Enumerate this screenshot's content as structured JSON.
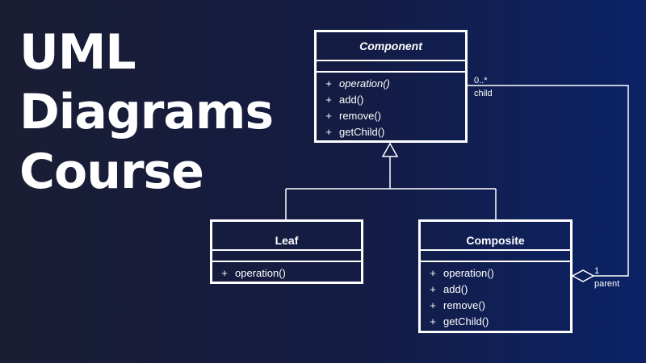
{
  "headline": {
    "lines": [
      "UML",
      "Diagrams",
      "Course"
    ]
  },
  "diagram": {
    "component": {
      "name": "Component",
      "operations": [
        {
          "vis": "+",
          "name": "operation()",
          "abstract": true
        },
        {
          "vis": "+",
          "name": "add()"
        },
        {
          "vis": "+",
          "name": "remove()"
        },
        {
          "vis": "+",
          "name": "getChild()"
        }
      ]
    },
    "leaf": {
      "name": "Leaf",
      "operations": [
        {
          "vis": "+",
          "name": "operation()"
        }
      ]
    },
    "composite": {
      "name": "Composite",
      "operations": [
        {
          "vis": "+",
          "name": "operation()"
        },
        {
          "vis": "+",
          "name": "add()"
        },
        {
          "vis": "+",
          "name": "remove()"
        },
        {
          "vis": "+",
          "name": "getChild()"
        }
      ]
    },
    "association": {
      "child_mult": "0..*",
      "child_role": "child",
      "parent_mult": "1",
      "parent_role": "parent"
    }
  }
}
